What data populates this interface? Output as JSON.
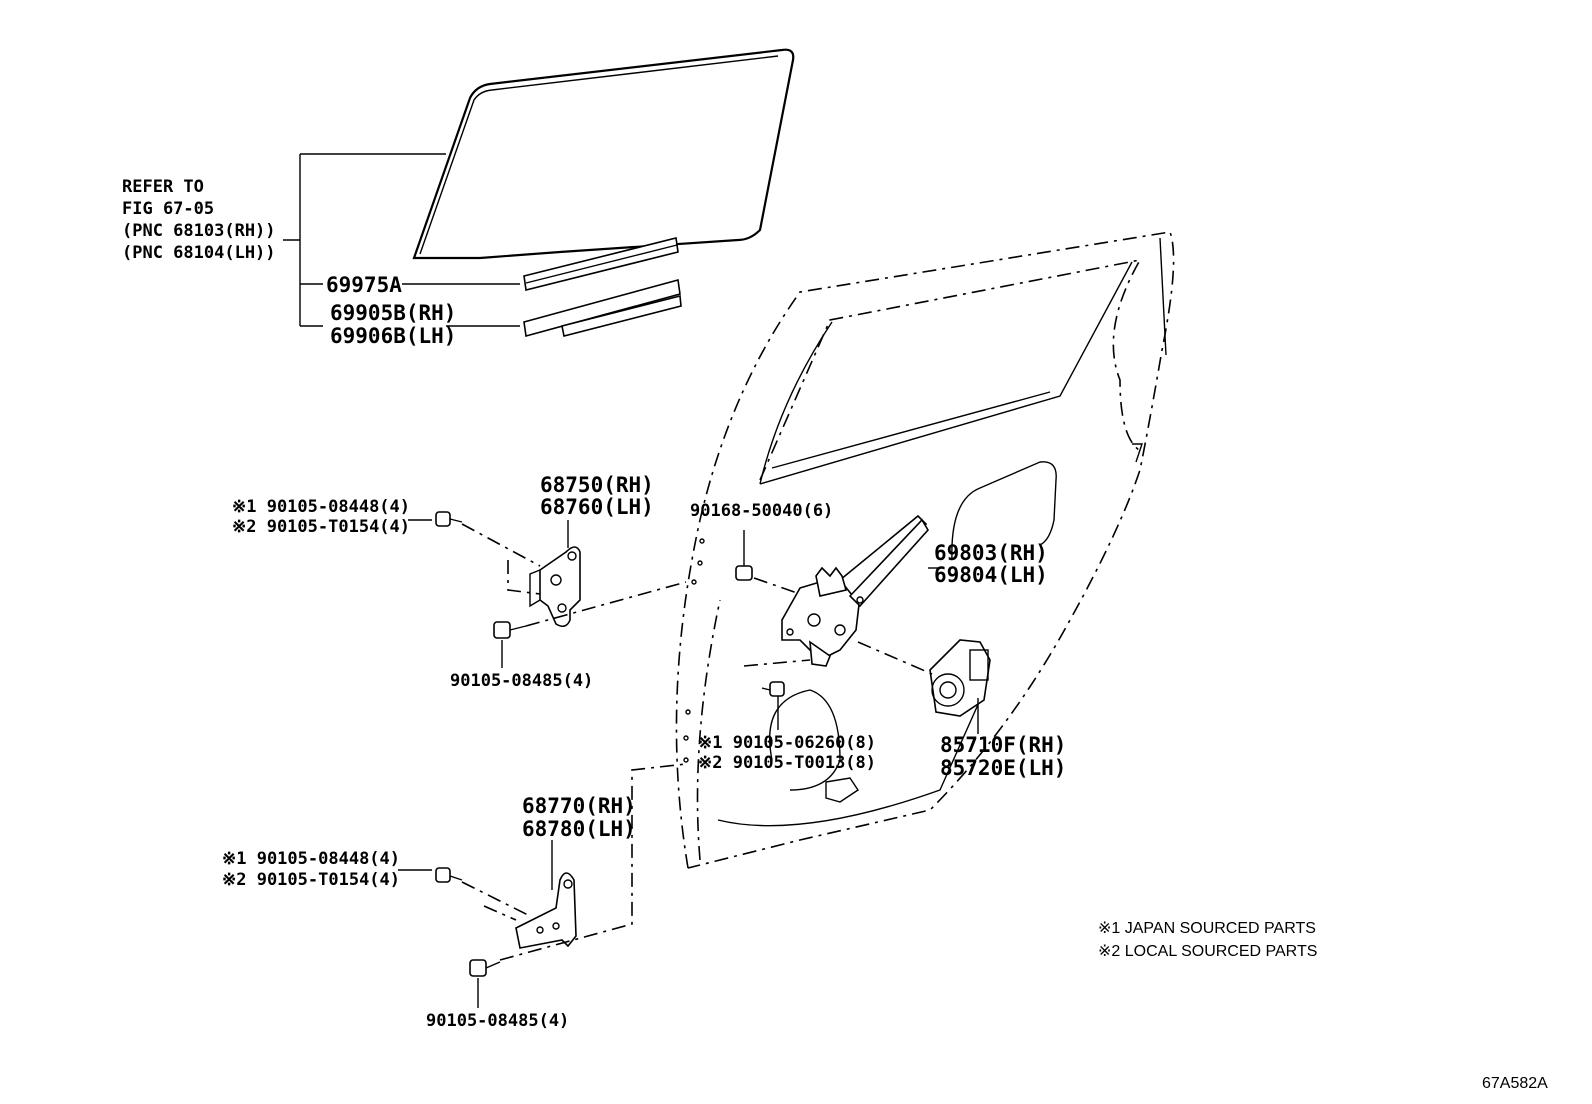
{
  "refer": {
    "line1": "REFER TO",
    "line2": "FIG 67-05",
    "line3": "(PNC 68103(RH))",
    "line4": "(PNC 68104(LH))"
  },
  "parts": {
    "p69975A": "69975A",
    "p69905B": "69905B(RH)",
    "p69906B": "69906B(LH)",
    "p68750": "68750(RH)",
    "p68760": "68760(LH)",
    "p90168": "90168-50040(6)",
    "p69803": "69803(RH)",
    "p69804": "69804(LH)",
    "upper_bolt1": "※1 90105-08448(4)",
    "upper_bolt2": "※2 90105-T0154(4)",
    "upper_bolt3": "90105-08485(4)",
    "reg_bolt1": "※1 90105-06260(8)",
    "reg_bolt2": "※2 90105-T0013(8)",
    "p85710F": "85710F(RH)",
    "p85720E": "85720E(LH)",
    "p68770": "68770(RH)",
    "p68780": "68780(LH)",
    "lower_bolt1": "※1 90105-08448(4)",
    "lower_bolt2": "※2 90105-T0154(4)",
    "lower_bolt3": "90105-08485(4)"
  },
  "legend": {
    "note1": "※1  JAPAN SOURCED PARTS",
    "note2": "※2  LOCAL SOURCED PARTS"
  },
  "figure_code": "67A582A"
}
